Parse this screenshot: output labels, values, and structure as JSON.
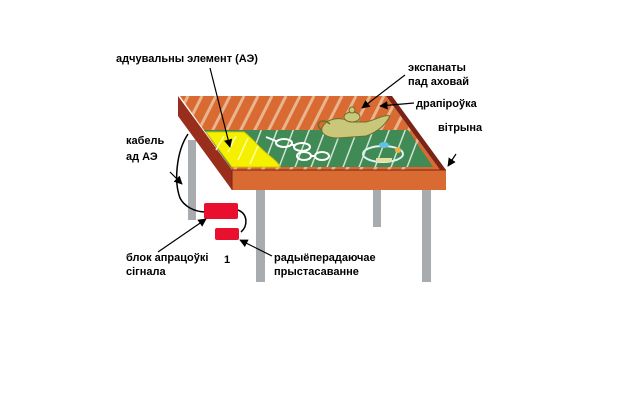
{
  "labels": {
    "sensor": "адчувальны элемент (АЭ)",
    "exhibits_line1": "экспанаты",
    "exhibits_line2": "пад аховай",
    "drapery": "драпіроўка",
    "showcase": "вітрына",
    "cable_line1": "кабель",
    "cable_line2": "ад АЭ",
    "processing_line1": "блок апрацоўкі",
    "processing_line2": "сігнала",
    "mark": "1",
    "radio_line1": "радыёперадаючае",
    "radio_line2": "прыстасаванне"
  },
  "colors": {
    "frame_orange": "#d86a32",
    "frame_dark": "#9a2e1c",
    "glass_stripe": "#e8b58d",
    "cloth_green": "#3f8a55",
    "sensor_yellow": "#f4f000",
    "leg_gray": "#a8acae",
    "block_red": "#e8102e",
    "lamp_olive": "#c9c77a"
  }
}
